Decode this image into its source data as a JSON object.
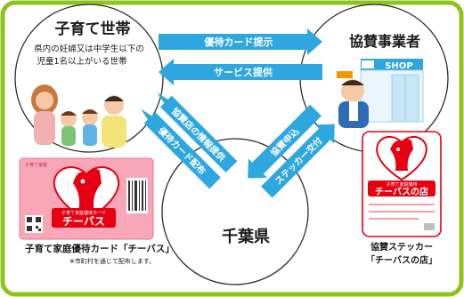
{
  "household": {
    "title": "子育て世帯",
    "desc_line1": "県内の妊婦又は中学生以下の",
    "desc_line2": "児童1名以上がいる世帯"
  },
  "sponsor": {
    "title": "協賛事業者",
    "shop_sign": "SHOP"
  },
  "prefecture": {
    "title": "千葉県"
  },
  "arrows": {
    "card_present": "優待カード提示",
    "service": "サービス提供",
    "info_provide": "協賛店の情報提供",
    "card_distribute": "優待カード配布",
    "apply": "協賛申込",
    "sticker_issue": "ステッカー交付"
  },
  "card": {
    "small_text": "子育て家庭",
    "label_small": "子育て家庭優待カード",
    "label_big": "チーバス",
    "caption": "子育て家庭優待カード「チーバス」",
    "note": "※市町村を通じて配布します。"
  },
  "sticker": {
    "label_small": "子育て家庭優待",
    "label_big": "チーバスの店",
    "caption_line1": "協賛ステッカー",
    "caption_line2": "「チーバスの店」"
  },
  "colors": {
    "frame": "#8fc31f",
    "arrow": "#2ea7e0",
    "mascot": "#e60012",
    "card_bg": "#f7a7b8"
  },
  "icons": {
    "family": "family-illustration-icon",
    "shopkeeper": "shopkeeper-illustration-icon",
    "mascot": "chiba-mascot-icon",
    "qr": "qr-code-icon",
    "barcode": "barcode-icon"
  }
}
